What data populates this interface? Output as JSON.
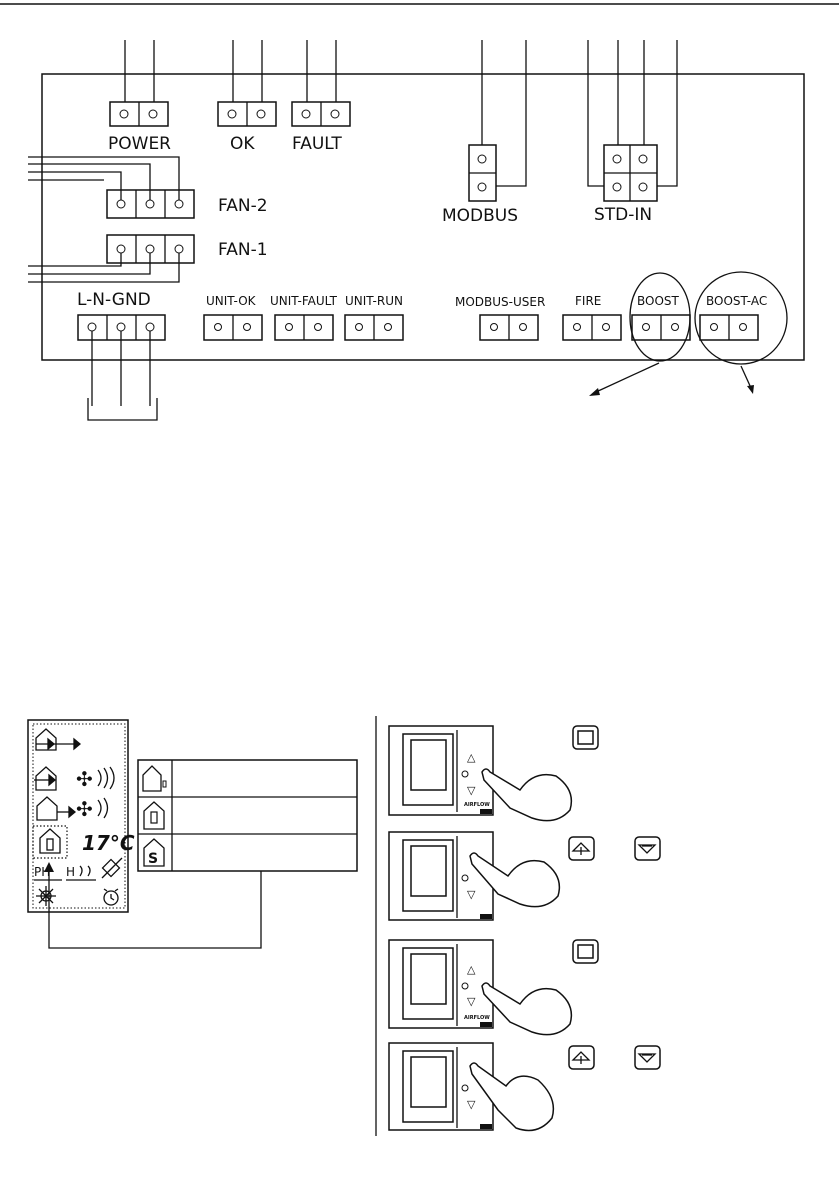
{
  "top_rule": {
    "present": true
  },
  "terminals": {
    "power": "POWER",
    "ok": "OK",
    "fault": "FAULT",
    "modbus": "MODBUS",
    "std_in": "STD-IN",
    "fan2": "FAN-2",
    "fan1": "FAN-1",
    "lngnd": "L-N-GND",
    "unit_ok": "UNIT-OK",
    "unit_fault": "UNIT-FAULT",
    "unit_run": "UNIT-RUN",
    "modbus_user": "MODBUS-USER",
    "fire": "FIRE",
    "boost": "BOOST",
    "boost_ac": "BOOST-AC"
  },
  "display": {
    "temperature": "17°C",
    "ph": "PH",
    "hs": "H"
  },
  "controller": {
    "brand": "AIRFLOW"
  },
  "colors": {
    "ink": "#111111",
    "background": "#ffffff"
  }
}
